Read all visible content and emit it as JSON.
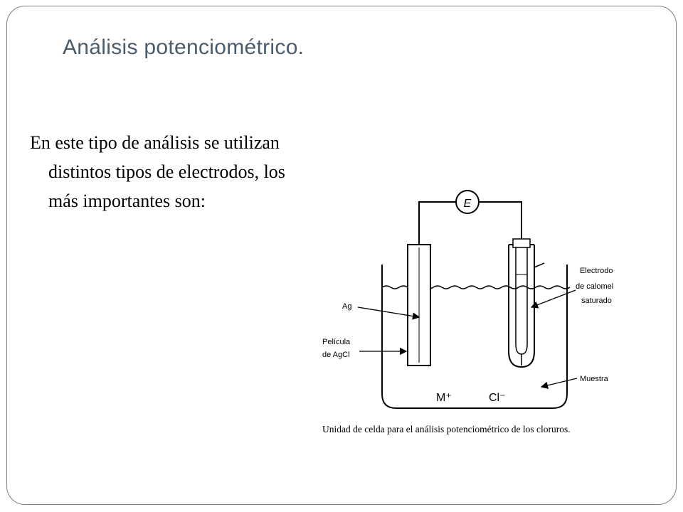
{
  "slide": {
    "title": "Análisis potenciométrico.",
    "body": "En este tipo de análisis se utilizan distintos tipos de electrodos, los más importantes son:"
  },
  "figure": {
    "meter_label": "E",
    "labels": {
      "ag": "Ag",
      "pelicula_line1": "Película",
      "pelicula_line2": "de AgCl",
      "electrodo_line1": "Electrodo",
      "electrodo_line2": "de calomel",
      "electrodo_line3": "saturado",
      "muestra": "Muestra"
    },
    "ions": {
      "cation": "M⁺",
      "anion": "Cl⁻"
    },
    "caption": "Unidad de celda para el análisis potenciométrico de los cloruros."
  }
}
